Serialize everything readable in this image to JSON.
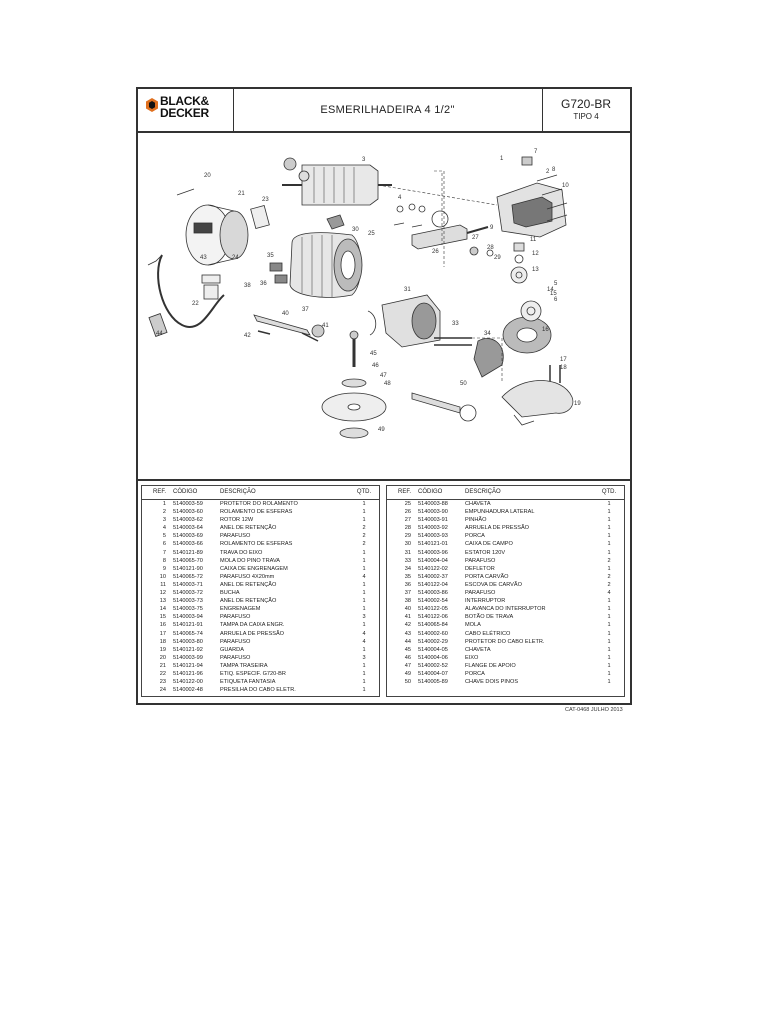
{
  "header": {
    "brand_line1": "BLACK&",
    "brand_line2": "DECKER",
    "title": "ESMERILHADEIRA 4 1/2\"",
    "model": "G720-BR",
    "type": "TIPO 4"
  },
  "table_headers": {
    "ref": "REF.",
    "code": "CÓDIGO",
    "desc": "DESCRIÇÃO",
    "qty": "QTD."
  },
  "parts_left": [
    {
      "ref": "1",
      "code": "5140003-59",
      "desc": "PROTETOR DO ROLAMENTO",
      "qty": "1"
    },
    {
      "ref": "2",
      "code": "5140003-60",
      "desc": "ROLAMENTO DE ESFERAS",
      "qty": "1"
    },
    {
      "ref": "3",
      "code": "5140003-62",
      "desc": "ROTOR 12W",
      "qty": "1"
    },
    {
      "ref": "4",
      "code": "5140003-64",
      "desc": "ANEL DE RETENÇÃO",
      "qty": "2"
    },
    {
      "ref": "5",
      "code": "5140003-69",
      "desc": "PARAFUSO",
      "qty": "2"
    },
    {
      "ref": "6",
      "code": "5140003-66",
      "desc": "ROLAMENTO DE ESFERAS",
      "qty": "2"
    },
    {
      "ref": "7",
      "code": "5140121-89",
      "desc": "TRAVA DO EIXO",
      "qty": "1"
    },
    {
      "ref": "8",
      "code": "5140065-70",
      "desc": "MOLA DO PINO TRAVA",
      "qty": "1"
    },
    {
      "ref": "9",
      "code": "5140121-90",
      "desc": "CAIXA DE ENGRENAGEM",
      "qty": "1"
    },
    {
      "ref": "10",
      "code": "5140065-72",
      "desc": "PARAFUSO 4X20mm",
      "qty": "4"
    },
    {
      "ref": "11",
      "code": "5140003-71",
      "desc": "ANEL DE RETENÇÃO",
      "qty": "1"
    },
    {
      "ref": "12",
      "code": "5140003-72",
      "desc": "BUCHA",
      "qty": "1"
    },
    {
      "ref": "13",
      "code": "5140003-73",
      "desc": "ANEL DE RETENÇÃO",
      "qty": "1"
    },
    {
      "ref": "14",
      "code": "5140003-75",
      "desc": "ENGRENAGEM",
      "qty": "1"
    },
    {
      "ref": "15",
      "code": "5140003-94",
      "desc": "PARAFUSO",
      "qty": "3"
    },
    {
      "ref": "16",
      "code": "5140121-91",
      "desc": "TAMPA DA CAIXA ENGR.",
      "qty": "1"
    },
    {
      "ref": "17",
      "code": "5140065-74",
      "desc": "ARRUELA DE PRESSÃO",
      "qty": "4"
    },
    {
      "ref": "18",
      "code": "5140003-80",
      "desc": "PARAFUSO",
      "qty": "4"
    },
    {
      "ref": "19",
      "code": "5140121-92",
      "desc": "GUARDA",
      "qty": "1"
    },
    {
      "ref": "20",
      "code": "5140003-99",
      "desc": "PARAFUSO",
      "qty": "3"
    },
    {
      "ref": "21",
      "code": "5140121-94",
      "desc": "TAMPA TRASEIRA",
      "qty": "1"
    },
    {
      "ref": "22",
      "code": "5140121-96",
      "desc": "ETIQ. ESPECIF. G720-BR",
      "qty": "1"
    },
    {
      "ref": "23",
      "code": "5140122-00",
      "desc": "ETIQUETA FANTASIA",
      "qty": "1"
    },
    {
      "ref": "24",
      "code": "5140002-48",
      "desc": "PRESILHA DO CABO ELETR.",
      "qty": "1"
    }
  ],
  "parts_right": [
    {
      "ref": "25",
      "code": "5140003-88",
      "desc": "CHAVETA",
      "qty": "1"
    },
    {
      "ref": "26",
      "code": "5140003-90",
      "desc": "EMPUNHADURA LATERAL",
      "qty": "1"
    },
    {
      "ref": "27",
      "code": "5140003-91",
      "desc": "PINHÃO",
      "qty": "1"
    },
    {
      "ref": "28",
      "code": "5140003-92",
      "desc": "ARRUELA DE PRESSÃO",
      "qty": "1"
    },
    {
      "ref": "29",
      "code": "5140003-93",
      "desc": "PORCA",
      "qty": "1"
    },
    {
      "ref": "30",
      "code": "5140121-01",
      "desc": "CAIXA DE CAMPO",
      "qty": "1"
    },
    {
      "ref": "31",
      "code": "5140003-96",
      "desc": "ESTATOR 120V",
      "qty": "1"
    },
    {
      "ref": "33",
      "code": "5140004-04",
      "desc": "PARAFUSO",
      "qty": "2"
    },
    {
      "ref": "34",
      "code": "5140122-02",
      "desc": "DEFLETOR",
      "qty": "1"
    },
    {
      "ref": "35",
      "code": "5140002-37",
      "desc": "PORTA CARVÃO",
      "qty": "2"
    },
    {
      "ref": "36",
      "code": "5140122-04",
      "desc": "ESCOVA DE CARVÃO",
      "qty": "2"
    },
    {
      "ref": "37",
      "code": "5140003-86",
      "desc": "PARAFUSO",
      "qty": "4"
    },
    {
      "ref": "38",
      "code": "5140002-54",
      "desc": "INTERRUPTOR",
      "qty": "1"
    },
    {
      "ref": "40",
      "code": "5140122-05",
      "desc": "ALAVANCA DO INTERRUPTOR",
      "qty": "1"
    },
    {
      "ref": "41",
      "code": "5140122-06",
      "desc": "BOTÃO DE TRAVA",
      "qty": "1"
    },
    {
      "ref": "42",
      "code": "5140065-84",
      "desc": "MOLA",
      "qty": "1"
    },
    {
      "ref": "43",
      "code": "5140002-60",
      "desc": "CABO ELÉTRICO",
      "qty": "1"
    },
    {
      "ref": "44",
      "code": "5140002-29",
      "desc": "PROTETOR DO CABO ELETR.",
      "qty": "1"
    },
    {
      "ref": "45",
      "code": "5140004-05",
      "desc": "CHAVETA",
      "qty": "1"
    },
    {
      "ref": "46",
      "code": "5140004-06",
      "desc": "EIXO",
      "qty": "1"
    },
    {
      "ref": "47",
      "code": "5140002-52",
      "desc": "FLANGE DE APOIO",
      "qty": "1"
    },
    {
      "ref": "49",
      "code": "5140004-07",
      "desc": "PORCA",
      "qty": "1"
    },
    {
      "ref": "50",
      "code": "5140005-89",
      "desc": "CHAVE DOIS PINOS",
      "qty": "1"
    }
  ],
  "footer": "CAT-0468 JULHO 2013",
  "brand_color": "#e0701f",
  "callouts": [
    "1",
    "2",
    "3",
    "4",
    "5",
    "6",
    "7",
    "8",
    "9",
    "10",
    "11",
    "12",
    "13",
    "14",
    "15",
    "16",
    "17",
    "18",
    "19",
    "20",
    "21",
    "22",
    "23",
    "24",
    "25",
    "26",
    "27",
    "28",
    "29",
    "30",
    "31",
    "33",
    "34",
    "35",
    "36",
    "37",
    "38",
    "40",
    "41",
    "42",
    "43",
    "44",
    "45",
    "46",
    "47",
    "48",
    "49",
    "50"
  ]
}
